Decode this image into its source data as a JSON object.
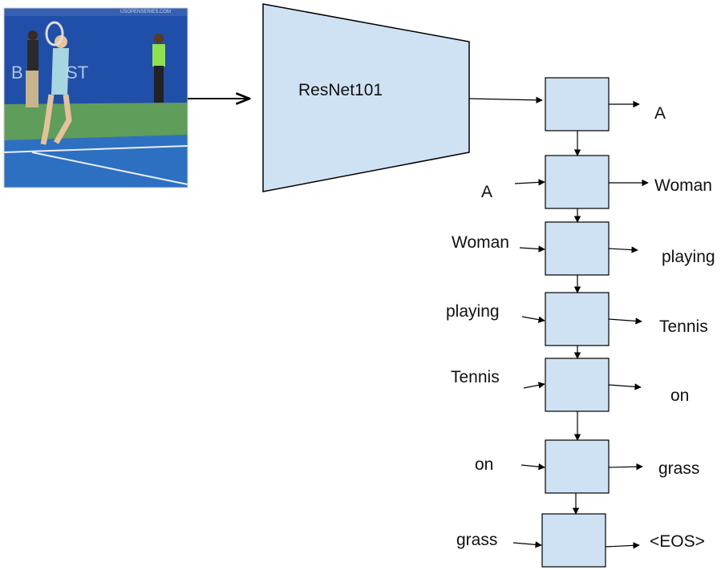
{
  "encoder": {
    "label": "ResNet101",
    "fill": "#cfe2f3"
  },
  "image": {
    "description_icon": "tennis-player-photo",
    "court_color": "#2d6fc0",
    "wall_color": "#1f4fa8",
    "grass_color": "#5f9d5a"
  },
  "decoder": {
    "cell_fill": "#cfe2f3",
    "inputs": [
      "A",
      "Woman",
      "playing",
      "Tennis",
      "on",
      "grass"
    ],
    "outputs": [
      "A",
      "Woman",
      "playing",
      "Tennis",
      "on",
      "grass",
      "<EOS>"
    ]
  }
}
